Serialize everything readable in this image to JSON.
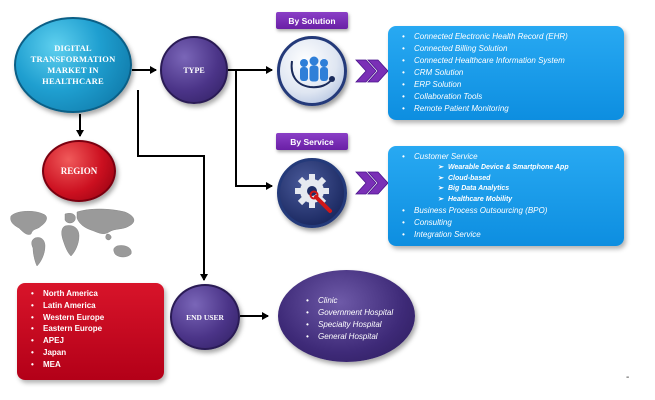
{
  "main_node": {
    "label": "DIGITAL TRANSFORMATION MARKET IN HEALTHCARE"
  },
  "type_node": {
    "label": "TYPE"
  },
  "region_node": {
    "label": "REGION"
  },
  "end_user_node": {
    "label": "END USER"
  },
  "by_solution": {
    "tag": "By Solution",
    "icon": "stethoscope-people-icon",
    "items": [
      "Connected Electronic Health Record (EHR)",
      "Connected Billing Solution",
      "Connected Healthcare Information System",
      "CRM Solution",
      "ERP Solution",
      "Collaboration Tools",
      "Remote Patient Monitoring"
    ]
  },
  "by_service": {
    "tag": "By Service",
    "icon": "gear-wrench-icon",
    "customer_service": {
      "label": "Customer Service",
      "sub_items": [
        "Wearable Device & Smartphone App",
        "Cloud-based",
        "Big Data Analytics",
        "Healthcare Mobility"
      ]
    },
    "items": [
      "Business Process Outsourcing (BPO)",
      "Consulting",
      "Integration Service"
    ]
  },
  "regions": [
    "North America",
    "Latin America",
    "Western Europe",
    "Eastern Europe",
    "APEJ",
    "Japan",
    "MEA"
  ],
  "end_users": [
    "Clinic",
    "Government Hospital",
    "Specialty Hospital",
    "General Hospital"
  ],
  "colors": {
    "main_blue": "#1f9fd0",
    "type_purple": "#4b3488",
    "region_red": "#cc1020",
    "tag_purple": "#7a2fb6",
    "box_blue": "#1a9be8",
    "arrow_black": "#000000"
  },
  "footer_mark": "-"
}
